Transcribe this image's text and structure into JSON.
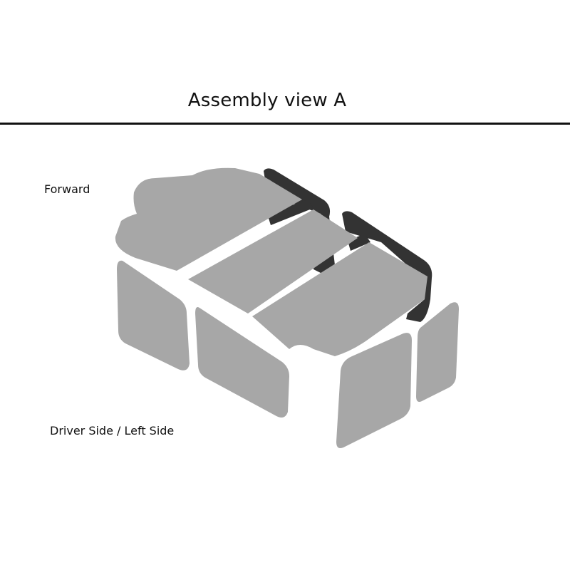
{
  "title": "Assembly view A",
  "labels": {
    "forward": "Forward",
    "driver_side": "Driver Side / Left Side"
  },
  "colors": {
    "panel": "#a7a7a7",
    "frame": "#333333",
    "background": "#ffffff",
    "text": "#111111"
  }
}
